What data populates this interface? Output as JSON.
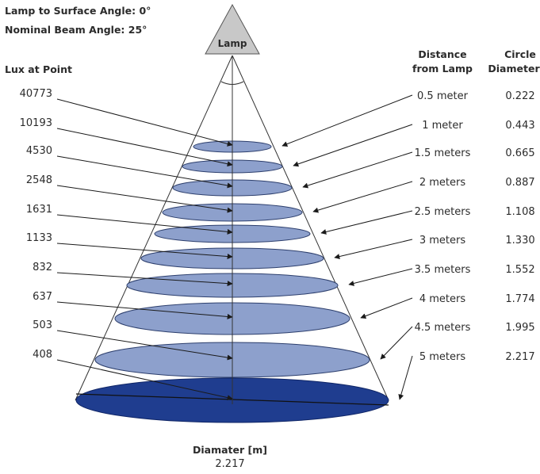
{
  "header": {
    "angle": "Lamp to Surface Angle: 0°",
    "beam": "Nominal Beam Angle: 25°"
  },
  "lamp": {
    "label": "Lamp"
  },
  "columns": {
    "lux": "Lux at Point",
    "distance_1": "Distance",
    "distance_2": "from Lamp",
    "circle_1": "Circle",
    "circle_2": "Diameter"
  },
  "rows": [
    {
      "lux": "40773",
      "distance": "0.5 meter",
      "diameter": "0.222"
    },
    {
      "lux": "10193",
      "distance": "1 meter",
      "diameter": "0.443"
    },
    {
      "lux": "4530",
      "distance": "1.5 meters",
      "diameter": "0.665"
    },
    {
      "lux": "2548",
      "distance": "2 meters",
      "diameter": "0.887"
    },
    {
      "lux": "1631",
      "distance": "2.5 meters",
      "diameter": "1.108"
    },
    {
      "lux": "1133",
      "distance": "3 meters",
      "diameter": "1.330"
    },
    {
      "lux": "832",
      "distance": "3.5 meters",
      "diameter": "1.552"
    },
    {
      "lux": "637",
      "distance": "4 meters",
      "diameter": "1.774"
    },
    {
      "lux": "503",
      "distance": "4.5 meters",
      "diameter": "1.995"
    },
    {
      "lux": "408",
      "distance": "5 meters",
      "diameter": "2.217"
    }
  ],
  "footer": {
    "label": "Diamater [m]",
    "value": "2.217"
  },
  "colors": {
    "disc": "#8da0cc",
    "base": "#1f3d8f",
    "lamp": "#c8c8c8"
  }
}
